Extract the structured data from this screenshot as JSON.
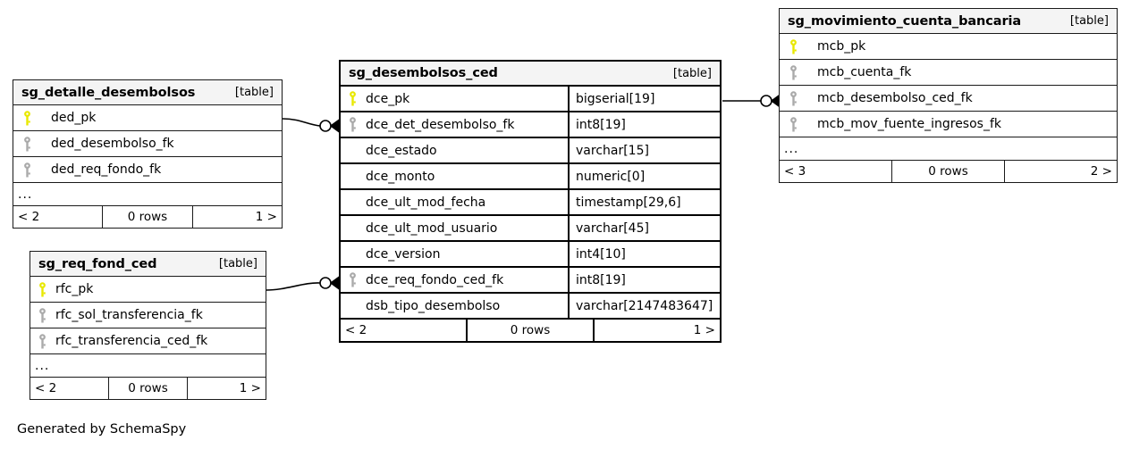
{
  "diagram": {
    "credit": "Generated by SchemaSpy",
    "table_tag": "[table]",
    "more_columns_marker": "...",
    "colors": {
      "primary_key": "#e8e800",
      "foreign_key": "#aaaaaa",
      "border": "#1a1a1a",
      "header_bg": "#f4f4f4",
      "background": "#ffffff"
    }
  },
  "tables": {
    "detalle_desembolsos": {
      "name": "sg_detalle_desembolsos",
      "tag": "[table]",
      "columns": [
        {
          "icon": "primary-key-icon",
          "key": "pk",
          "name": "ded_pk"
        },
        {
          "icon": "foreign-key-icon",
          "key": "fk",
          "name": "ded_desembolso_fk"
        },
        {
          "icon": "foreign-key-icon",
          "key": "fk",
          "name": "ded_req_fondo_fk"
        }
      ],
      "more": "...",
      "footer": {
        "left": "< 2",
        "middle": "0 rows",
        "right": "1 >"
      }
    },
    "req_fond_ced": {
      "name": "sg_req_fond_ced",
      "tag": "[table]",
      "columns": [
        {
          "icon": "primary-key-icon",
          "key": "pk",
          "name": "rfc_pk"
        },
        {
          "icon": "foreign-key-icon",
          "key": "fk",
          "name": "rfc_sol_transferencia_fk"
        },
        {
          "icon": "foreign-key-icon",
          "key": "fk",
          "name": "rfc_transferencia_ced_fk"
        }
      ],
      "more": "...",
      "footer": {
        "left": "< 2",
        "middle": "0 rows",
        "right": "1 >"
      }
    },
    "desembolsos_ced": {
      "name": "sg_desembolsos_ced",
      "tag": "[table]",
      "columns": [
        {
          "icon": "primary-key-icon",
          "key": "pk",
          "name": "dce_pk",
          "type": "bigserial[19]"
        },
        {
          "icon": "foreign-key-icon",
          "key": "fk",
          "name": "dce_det_desembolso_fk",
          "type": "int8[19]"
        },
        {
          "icon": "none",
          "key": "",
          "name": "dce_estado",
          "type": "varchar[15]"
        },
        {
          "icon": "none",
          "key": "",
          "name": "dce_monto",
          "type": "numeric[0]"
        },
        {
          "icon": "none",
          "key": "",
          "name": "dce_ult_mod_fecha",
          "type": "timestamp[29,6]"
        },
        {
          "icon": "none",
          "key": "",
          "name": "dce_ult_mod_usuario",
          "type": "varchar[45]"
        },
        {
          "icon": "none",
          "key": "",
          "name": "dce_version",
          "type": "int4[10]"
        },
        {
          "icon": "foreign-key-icon",
          "key": "fk",
          "name": "dce_req_fondo_ced_fk",
          "type": "int8[19]"
        },
        {
          "icon": "none",
          "key": "",
          "name": "dsb_tipo_desembolso",
          "type": "varchar[2147483647]"
        }
      ],
      "footer": {
        "left": "< 2",
        "middle": "0 rows",
        "right": "1 >"
      }
    },
    "movimiento_cuenta_bancaria": {
      "name": "sg_movimiento_cuenta_bancaria",
      "tag": "[table]",
      "columns": [
        {
          "icon": "primary-key-icon",
          "key": "pk",
          "name": "mcb_pk"
        },
        {
          "icon": "foreign-key-icon",
          "key": "fk",
          "name": "mcb_cuenta_fk"
        },
        {
          "icon": "foreign-key-icon",
          "key": "fk",
          "name": "mcb_desembolso_ced_fk"
        },
        {
          "icon": "foreign-key-icon",
          "key": "fk",
          "name": "mcb_mov_fuente_ingresos_fk"
        }
      ],
      "more": "...",
      "footer": {
        "left": "< 3",
        "middle": "0 rows",
        "right": "2 >"
      }
    }
  },
  "relationships": [
    {
      "name": "detalle-desembolsos-to-desembolsos-ced",
      "from_table": "sg_detalle_desembolsos",
      "from_column": "ded_pk",
      "to_table": "sg_desembolsos_ced",
      "to_column": "dce_det_desembolso_fk",
      "cardinality": "zero-or-many"
    },
    {
      "name": "req-fond-ced-to-desembolsos-ced",
      "from_table": "sg_req_fond_ced",
      "from_column": "rfc_pk",
      "to_table": "sg_desembolsos_ced",
      "to_column": "dce_req_fondo_ced_fk",
      "cardinality": "zero-or-many"
    },
    {
      "name": "desembolsos-ced-to-movimiento-cuenta-bancaria",
      "from_table": "sg_desembolsos_ced",
      "from_column": "dce_pk",
      "to_table": "sg_movimiento_cuenta_bancaria",
      "to_column": "mcb_desembolso_ced_fk",
      "cardinality": "zero-or-many"
    }
  ]
}
